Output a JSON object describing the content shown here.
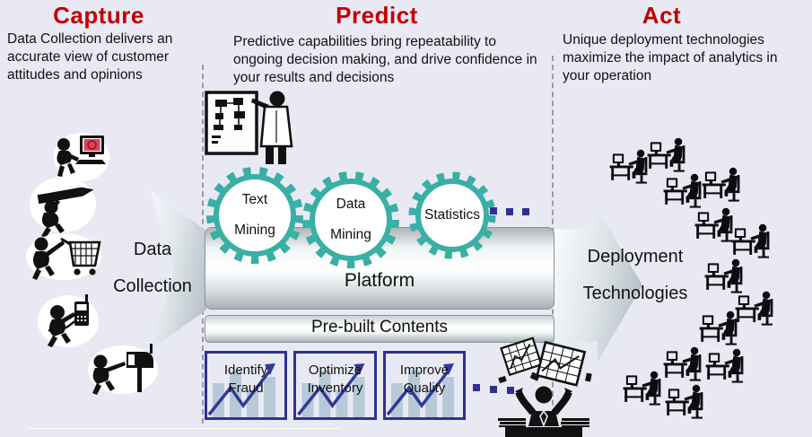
{
  "capture": {
    "title": "Capture",
    "description": "Data Collection delivers an accurate view of customer attitudes and opinions"
  },
  "predict": {
    "title": "Predict",
    "description": "Predictive capabilities bring repeatability to ongoing decision making, and drive confidence in your results and decisions"
  },
  "act": {
    "title": "Act",
    "description": "Unique deployment technologies maximize the impact of analytics in your operation"
  },
  "flow": {
    "data_collection": {
      "line1": "Data",
      "line2": "Collection"
    },
    "gears": [
      {
        "line1": "Text",
        "line2": "Mining"
      },
      {
        "line1": "Data",
        "line2": "Mining"
      },
      {
        "line1": "Statistics",
        "line2": ""
      }
    ],
    "platform_label": "Platform",
    "prebuilt_label": "Pre-built Contents",
    "use_cases": [
      {
        "line1": "Identify",
        "line2": "Fraud"
      },
      {
        "line1": "Optimize",
        "line2": "Inventory"
      },
      {
        "line1": "Improve",
        "line2": "Quality"
      }
    ],
    "deployment": {
      "line1": "Deployment",
      "line2": "Technologies"
    }
  },
  "colors": {
    "heading_red": "#c00000",
    "gear_teal": "#3aafa4",
    "navy_accent": "#2e3192",
    "chart_bar_blue": "#b7c9d6",
    "background_lavender": "#e9e9f4",
    "silver_shape": "#b9c3c9"
  },
  "icons": {
    "left_column": [
      "person-computer-icon",
      "person-pencil-icon",
      "person-cart-icon",
      "person-phone-icon",
      "person-mailbox-icon"
    ],
    "center_top": "analyst-flowchart-icon",
    "bottom_center": "analyst-juggling-charts-icon",
    "right_column_repeated": "desk-worker-icon"
  }
}
